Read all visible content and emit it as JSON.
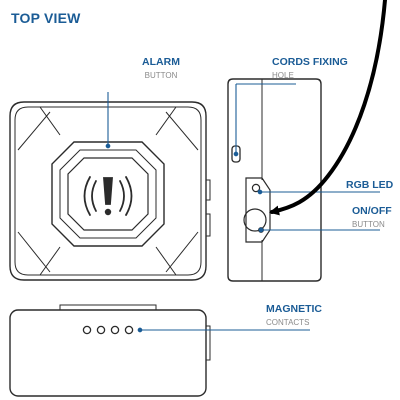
{
  "title": "TOP VIEW",
  "callouts": {
    "alarm": {
      "label": "ALARM",
      "sublabel": "BUTTON"
    },
    "cords": {
      "label": "CORDS FIXING",
      "sublabel": "HOLE"
    },
    "rgb_led": {
      "label": "RGB LED"
    },
    "on_off": {
      "label": "ON/OFF",
      "sublabel": "BUTTON"
    },
    "magnetic": {
      "label": "MAGNETIC",
      "sublabel": "CONTACTS"
    }
  },
  "icons": {
    "alarm_button": "alarm-button-icon",
    "pointer_arrow": "curved-arrow-icon"
  },
  "colors": {
    "label": "#1b5c96",
    "sublabel": "#8a8a8a",
    "outline": "#2b2b2b",
    "leader": "#1b5c96",
    "arrow": "#000000"
  }
}
